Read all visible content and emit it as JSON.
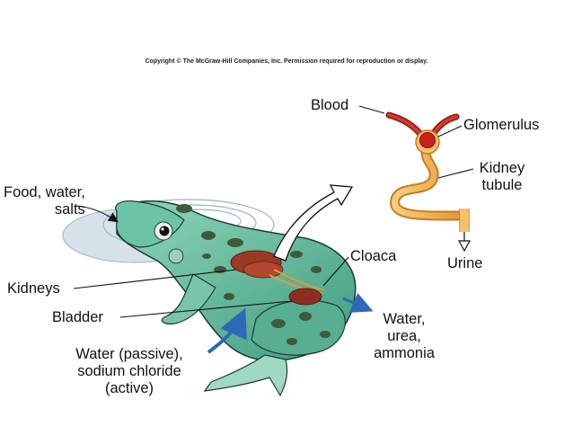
{
  "copyright": "Copyright © The McGraw-Hill Companies, Inc. Permission required for reproduction or display.",
  "labels": {
    "food_water_salts": [
      "Food, water,",
      "salts"
    ],
    "kidneys": "Kidneys",
    "bladder": "Bladder",
    "water_passive": [
      "Water (passive),",
      "sodium chloride",
      "(active)"
    ],
    "cloaca": "Cloaca",
    "water_urea_ammonia": [
      "Water,",
      "urea,",
      "ammonia"
    ],
    "blood": "Blood",
    "glomerulus": "Glomerulus",
    "kidney_tubule": [
      "Kidney",
      "tubule"
    ],
    "urine": "Urine"
  },
  "colors": {
    "frog_skin": "#5fb89c",
    "frog_spots": "#3f5a3a",
    "kidney": "#9a3a24",
    "tubule": "#f2b55a",
    "glomerulus": "#c8201a",
    "arrow_blue": "#2f68b8",
    "water": "#b9ccd8"
  }
}
